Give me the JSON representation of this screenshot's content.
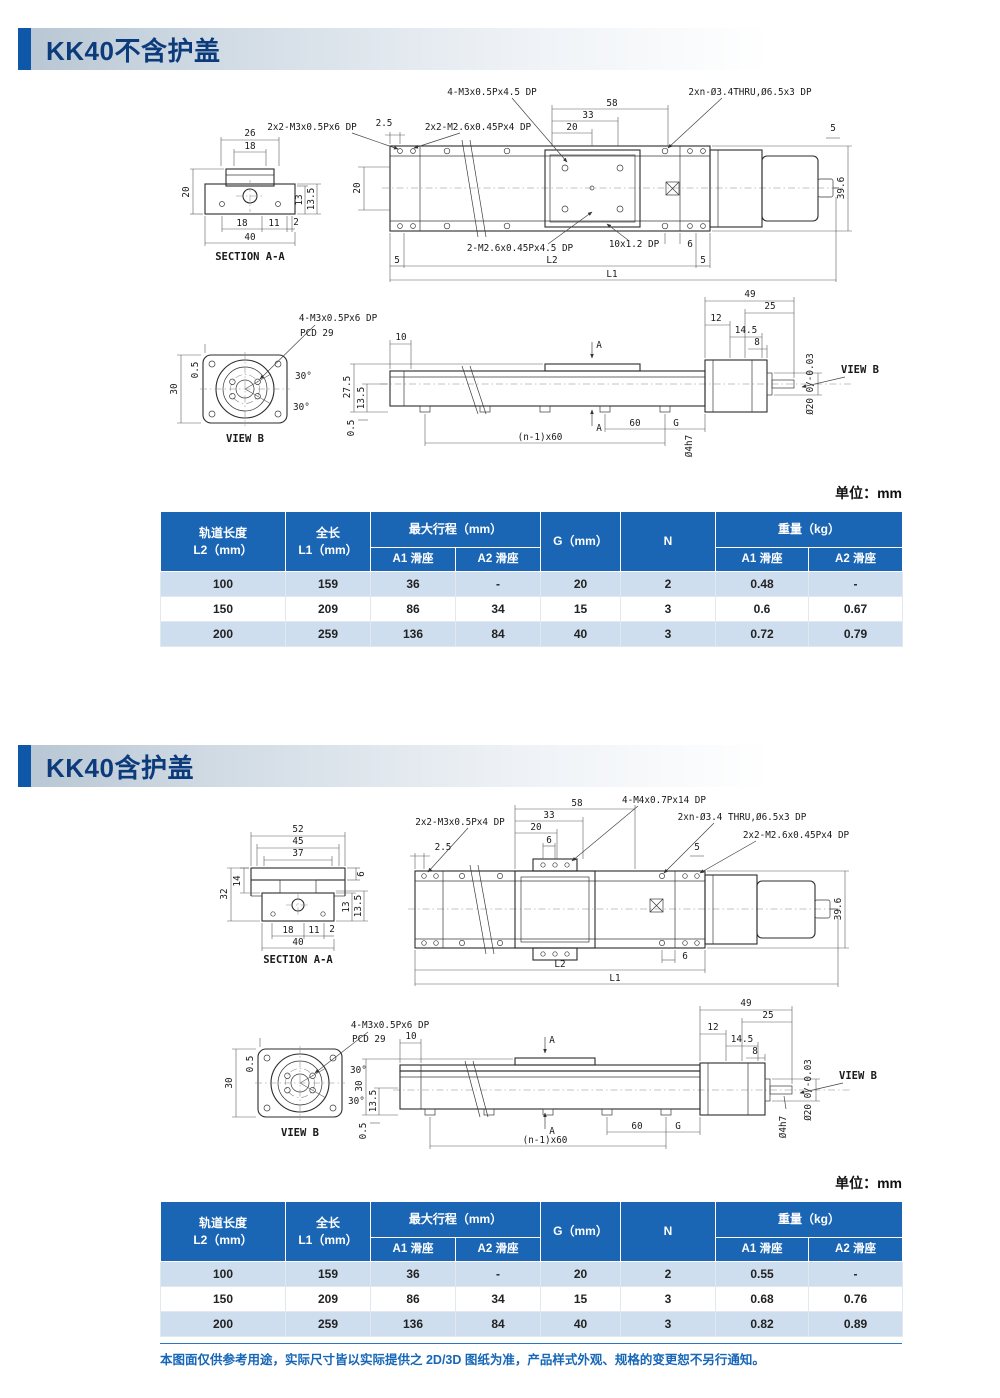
{
  "page": {
    "unit_label": "单位：mm",
    "footer_note": "本图面仅供参考用途，实际尺寸皆以实际提供之 2D/3D 图纸为准，产品样式外观、规格的变更恕不另行通知。"
  },
  "headers": {
    "l2_line1": "轨道长度",
    "l2_line2": "L2（mm）",
    "l1_line1": "全长",
    "l1_line2": "L1（mm）",
    "stroke": "最大行程（mm）",
    "g": "G（mm）",
    "n": "N",
    "weight": "重量（kg）",
    "a1": "A1 滑座",
    "a2": "A2 滑座"
  },
  "s1": {
    "title": "KK40不含护盖",
    "rows": [
      [
        "100",
        "159",
        "36",
        "-",
        "20",
        "2",
        "0.48",
        "-"
      ],
      [
        "150",
        "209",
        "86",
        "34",
        "15",
        "3",
        "0.6",
        "0.67"
      ],
      [
        "200",
        "259",
        "136",
        "84",
        "40",
        "3",
        "0.72",
        "0.79"
      ]
    ],
    "sec": {
      "label": "SECTION A-A",
      "d26": "26",
      "d18": "18",
      "d20": "20",
      "d13": "13",
      "d135": "13.5",
      "b18": "18",
      "b11": "11",
      "b2": "2",
      "b40": "40"
    },
    "plan": {
      "a_m3": "4-M3x0.5Px4.5 DP",
      "d58": "58",
      "d33": "33",
      "d20": "20",
      "a_thru": "2xn-Ø3.4THRU,Ø6.5x3 DP",
      "a_m3b": "2x2-M3x0.5Px6 DP",
      "d25": "2.5",
      "a_m26": "2x2-M2.6x0.45Px4 DP",
      "d5t": "5",
      "h20": "20",
      "h396": "39.6",
      "a_m26b": "2-M2.6x0.45Px4.5 DP",
      "a_10x": "10x1.2 DP",
      "d6": "6",
      "d5l": "5",
      "L2": "L2",
      "L1": "L1",
      "d5r": "5"
    },
    "vb": {
      "label": "VIEW B",
      "a_m3": "4-M3x0.5Px6 DP",
      "pcd": "PCD 29",
      "d30": "30",
      "d05": "0.5",
      "ang1": "30°",
      "ang2": "30°"
    },
    "side": {
      "d10": "10",
      "d49": "49",
      "d25": "25",
      "d12": "12",
      "d145": "14.5",
      "d8": "8",
      "d275": "27.5",
      "d135": "13.5",
      "d05": "0.5",
      "secA": "A",
      "d60": "60",
      "dn": "(n-1)x60",
      "dG": "G",
      "dia20": "Ø20 0/-0.03",
      "dia4": "Ø4h7",
      "view": "VIEW B"
    }
  },
  "s2": {
    "title": "KK40含护盖",
    "rows": [
      [
        "100",
        "159",
        "36",
        "-",
        "20",
        "2",
        "0.55",
        "-"
      ],
      [
        "150",
        "209",
        "86",
        "34",
        "15",
        "3",
        "0.68",
        "0.76"
      ],
      [
        "200",
        "259",
        "136",
        "84",
        "40",
        "3",
        "0.82",
        "0.89"
      ]
    ],
    "sec": {
      "label": "SECTION A-A",
      "d52": "52",
      "d45": "45",
      "d37": "37",
      "d6": "6",
      "d14": "14",
      "d32": "32",
      "d13": "13",
      "d135": "13.5",
      "b18": "18",
      "b11": "11",
      "b2": "2",
      "b40": "40"
    },
    "plan": {
      "d58": "58",
      "d33": "33",
      "d20": "20",
      "d6t": "6",
      "a_m4": "4-M4x0.7Px14 DP",
      "a_m3": "2x2-M3x0.5Px4 DP",
      "a_thru": "2xn-Ø3.4 THRU,Ø6.5x3 DP",
      "a_m26": "2x2-M2.6x0.45Px4 DP",
      "d25": "2.5",
      "d5t": "5",
      "h396": "39.6",
      "d6b": "6",
      "L2": "L2",
      "L1": "L1"
    },
    "vb": {
      "label": "VIEW B",
      "a_m3": "4-M3x0.5Px6 DP",
      "pcd": "PCD 29",
      "d30": "30",
      "d05": "0.5",
      "ang1": "30°",
      "ang2": "30°"
    },
    "side": {
      "d10": "10",
      "d49": "49",
      "d25": "25",
      "d12": "12",
      "d145": "14.5",
      "d8": "8",
      "d30": "30",
      "d135": "13.5",
      "d05": "0.5",
      "secA": "A",
      "d60": "60",
      "dn": "(n-1)x60",
      "dG": "G",
      "dia20": "Ø20 0/-0.03",
      "dia4": "Ø4h7",
      "view": "VIEW B"
    }
  }
}
